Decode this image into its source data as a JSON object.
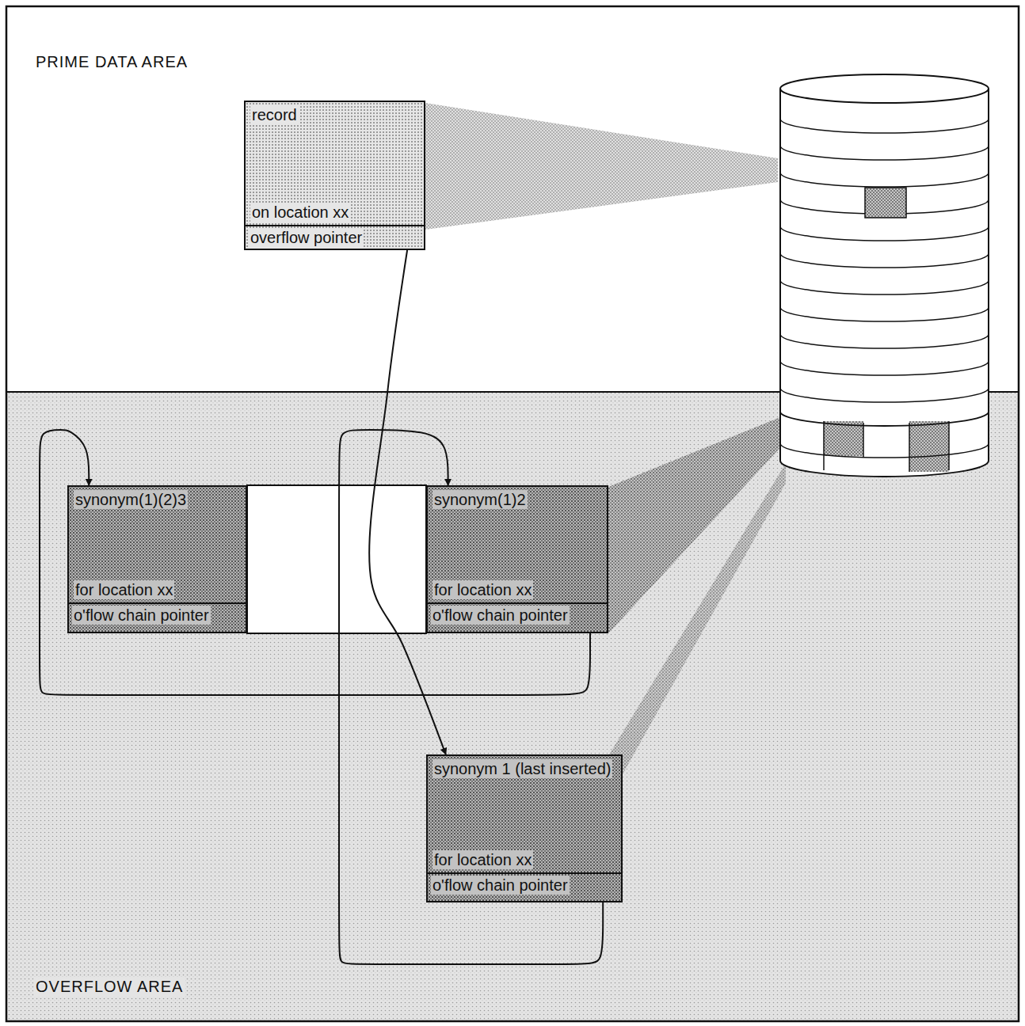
{
  "diagram": {
    "nodes": [
      {
        "text": [
          "record",
          "on location xx",
          "overflow pointer"
        ]
      },
      {
        "text": [
          "synonym(1)(2)3",
          "for location xx",
          "o'flow chain pointer"
        ]
      },
      {
        "text": [
          "synonym(1)2",
          "for location xx",
          "o'flow chain pointer"
        ]
      },
      {
        "text": [
          "synonym 1 (last inserted)",
          "for location xx",
          "o'flow chain pointer"
        ]
      }
    ],
    "edges": [
      {
        "from": 0,
        "to": 3,
        "arrow": "to"
      },
      {
        "from": 3,
        "to": 2,
        "arrow": "to"
      },
      {
        "from": 2,
        "to": 1,
        "arrow": "to"
      }
    ],
    "labels": [
      "PRIME DATA AREA",
      "OVERFLOW AREA"
    ]
  }
}
